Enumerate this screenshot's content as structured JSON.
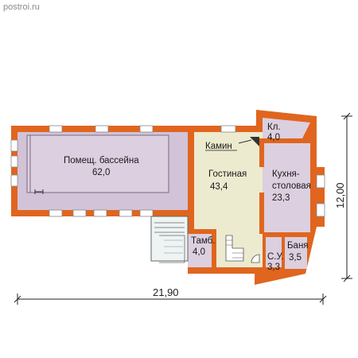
{
  "watermark": "postroi.ru",
  "rooms": [
    {
      "id": "pool",
      "name": "Помещ. бассейна",
      "area": "62,0"
    },
    {
      "id": "living",
      "name": "Гостиная",
      "area": "43,4"
    },
    {
      "id": "fireplace",
      "name": "Камин"
    },
    {
      "id": "pantry",
      "name": "Кл.",
      "area": "4,0"
    },
    {
      "id": "kitchen",
      "name_line1": "Кухня-",
      "name_line2": "столовая",
      "area": "23,3"
    },
    {
      "id": "vestibule",
      "name": "Тамб.",
      "area": "4,0"
    },
    {
      "id": "wc",
      "name": "С.У.",
      "area": "3,3"
    },
    {
      "id": "bath",
      "name": "Баня",
      "area": "3,5"
    }
  ],
  "dimensions": {
    "width": "21,90",
    "depth": "12,00"
  },
  "colors": {
    "wall": "#e0651e",
    "wall_inner": "#f0a070",
    "room_fill": "#dccfdf",
    "living_fill": "#ecebcf",
    "pool_fill": "#d2c3d8"
  }
}
